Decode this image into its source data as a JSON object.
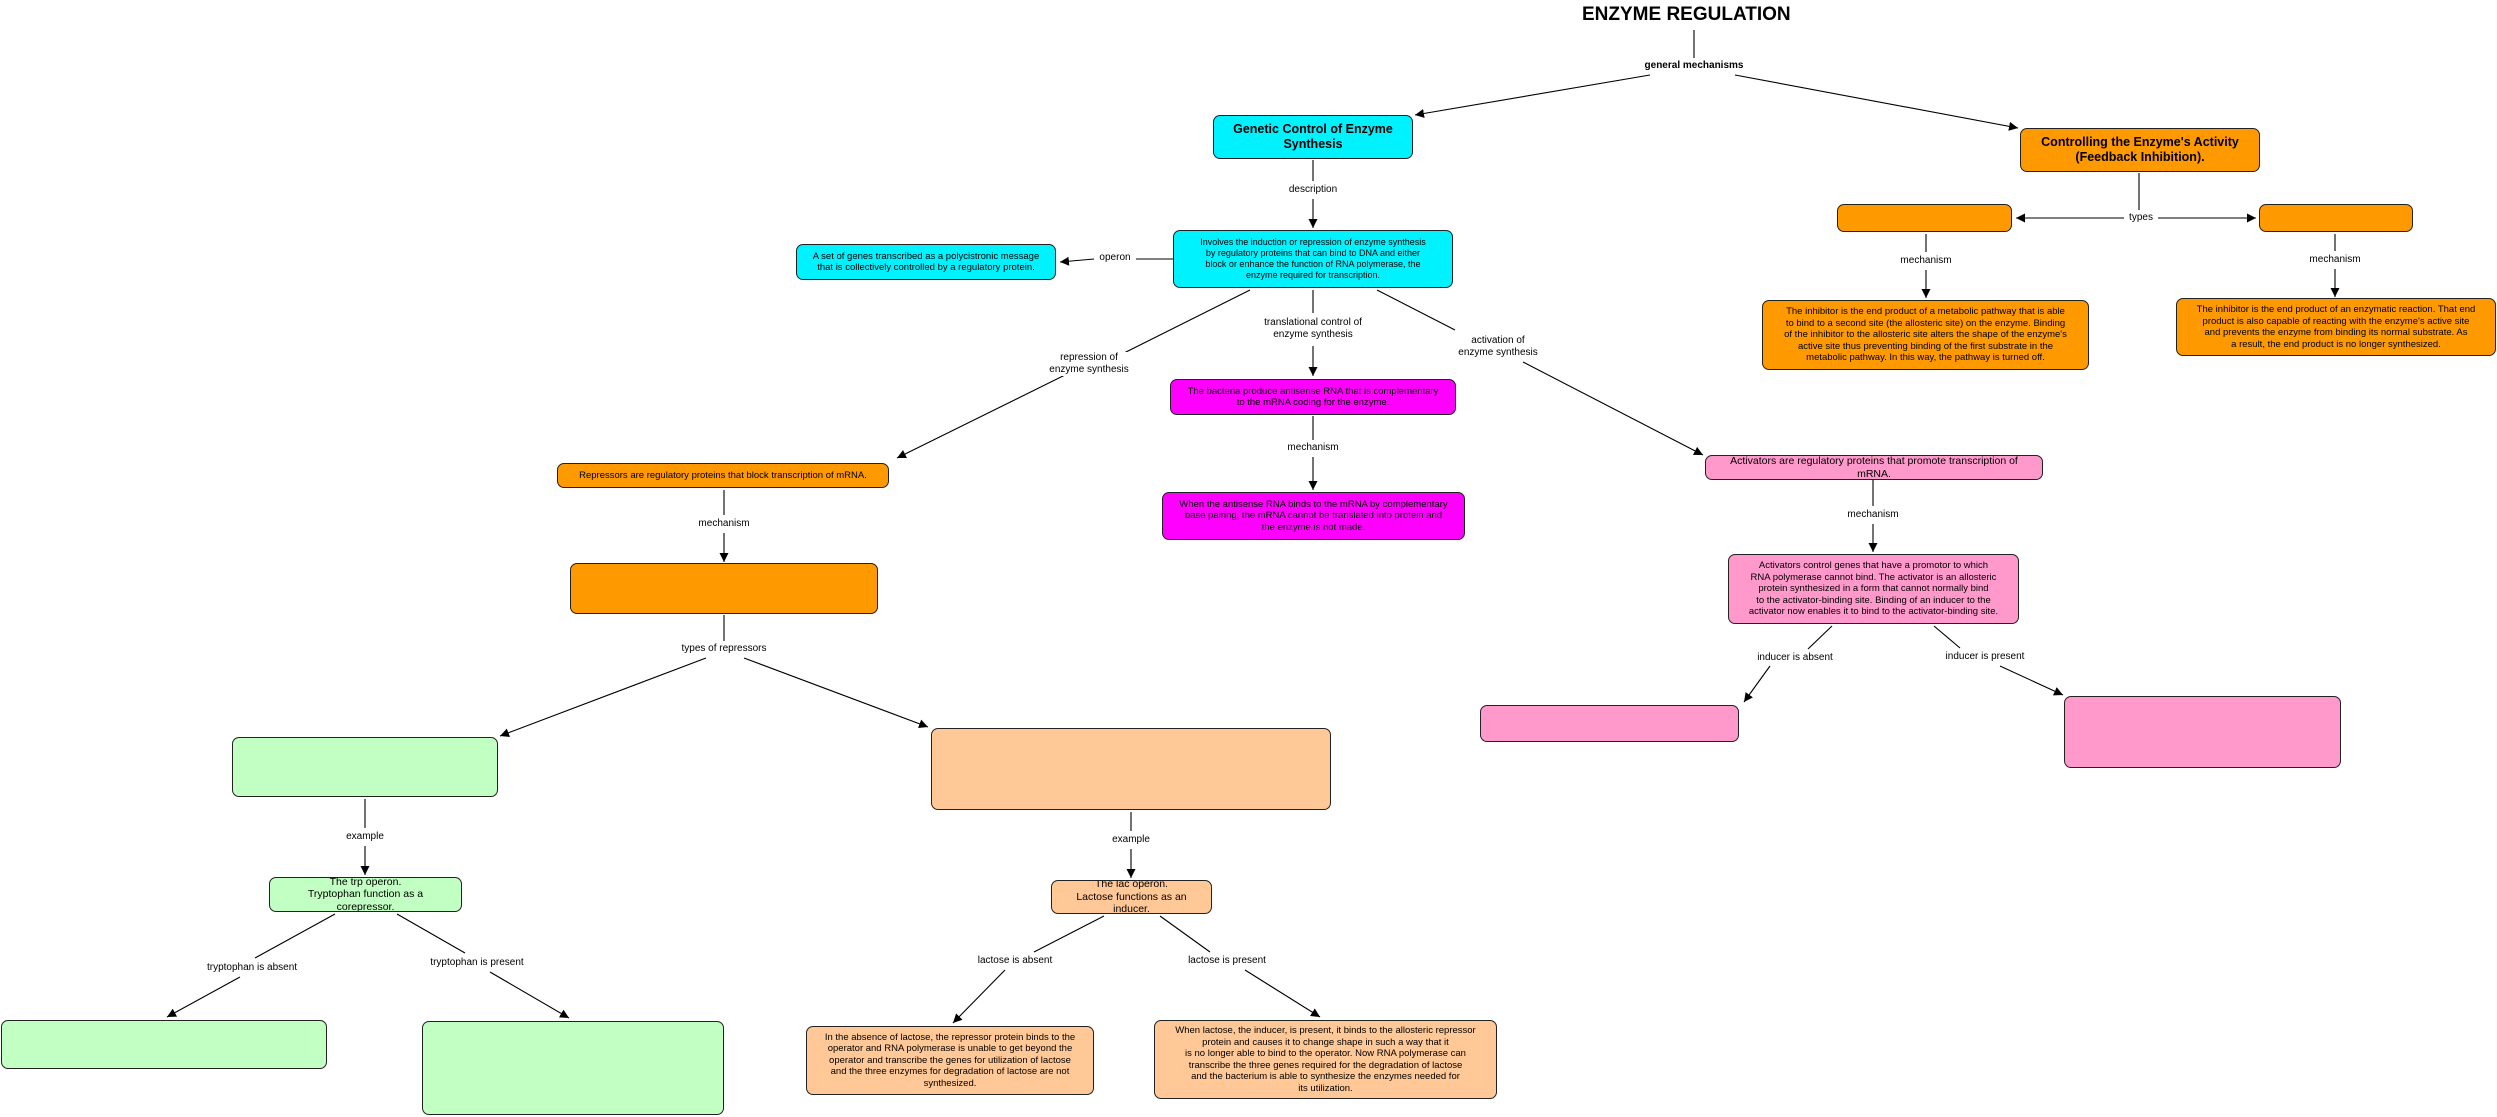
{
  "title": "ENZYME REGULATION",
  "colors": {
    "cyan": "#00f2ff",
    "orange": "#ff9900",
    "magenta": "#ff00ff",
    "pink": "#ff99cc",
    "green": "#c2ffc2",
    "peach": "#ffc896",
    "lines": "#000000"
  },
  "links": {
    "general": "general mechanisms",
    "description": "description",
    "operon": "operon",
    "repression": "repression of\nenzyme synthesis",
    "translational": "translational control of\nenzyme synthesis",
    "activation": "activation of\nenzyme synthesis",
    "mechanism_repress": "mechanism",
    "mechanism_antisense": "mechanism",
    "mechanism_activator": "mechanism",
    "types_repressors": "types of repressors",
    "example_trp": "example",
    "example_lac": "example",
    "trp_absent": "tryptophan is absent",
    "trp_present": "tryptophan is present",
    "lac_absent": "lactose is absent",
    "lac_present": "lactose is present",
    "inducer_absent": "inducer is absent",
    "inducer_present": "inducer is present",
    "types_feedback": "types",
    "mechanism_left": "mechanism",
    "mechanism_right": "mechanism"
  },
  "nodes": {
    "genetic": "Genetic Control of Enzyme\nSynthesis",
    "controlling": "Controlling the Enzyme's Activity\n(Feedback Inhibition).",
    "involves": "Involves the induction or repression of enzyme synthesis\nby regulatory proteins that can bind to DNA and either\nblock or enhance the function of RNA polymerase, the\nenzyme required for transcription.",
    "operon_def": "A set of genes transcribed as a polycistronic message\nthat is collectively controlled by a regulatory protein.",
    "repressors": "Repressors are regulatory proteins that block transcription of mRNA.",
    "repressor_mech": "",
    "antisense": "The bacteria produce antisense RNA that is complementary\nto the mRNA coding for the enzyme.",
    "antisense_mech": "When the antisense RNA binds to the mRNA by complementary\nbase pairing, the mRNA cannot be translated into protein and\nthe enzyme is not made.",
    "activators": "Activators are regulatory proteins that promote transcription of mRNA.",
    "activator_mech": "Activators control genes that have a promotor to which\nRNA polymerase cannot bind. The activator is an allosteric\nprotein synthesized in a form that cannot normally bind\nto the activator-binding site. Binding of an inducer to the\nactivator now enables it to bind to the activator-binding site.",
    "inducer_absent_box": "",
    "inducer_present_box": "",
    "corepressor_type": "",
    "inducer_type": "",
    "trp": "The trp operon.\nTryptophan function as a corepressor.",
    "lac": "The lac operon.\nLactose functions as an inducer.",
    "trp_absent_box": "",
    "trp_present_box": "",
    "lac_absent_box": "In the absence of lactose, the repressor protein binds to the\noperator and RNA polymerase is unable to get beyond the\noperator and transcribe the genes for utilization of lactose\nand the three enzymes for degradation of lactose are not\nsynthesized.",
    "lac_present_box": "When lactose, the inducer, is present, it binds to the allosteric repressor\nprotein and causes it to change shape in such a way that it\nis no longer able to bind to the operator. Now RNA polymerase can\ntranscribe the three genes required for the degradation of lactose\nand the bacterium is able to synthesize the enzymes needed for\nits utilization.",
    "fb_left": "",
    "fb_right": "",
    "fb_left_mech": "The inhibitor is the end product of a metabolic pathway that is able\nto bind to a second site (the allosteric site) on the enzyme. Binding\nof the inhibitor to the allosteric site alters the shape of the enzyme's\nactive site thus preventing binding of the first substrate in the\nmetabolic pathway. In this way, the pathway is turned off.",
    "fb_right_mech": "The inhibitor is the end product of an enzymatic reaction. That end\nproduct is also capable of reacting with the enzyme's active site\nand prevents the enzyme from binding its normal substrate. As\na result, the end product is no longer synthesized."
  }
}
